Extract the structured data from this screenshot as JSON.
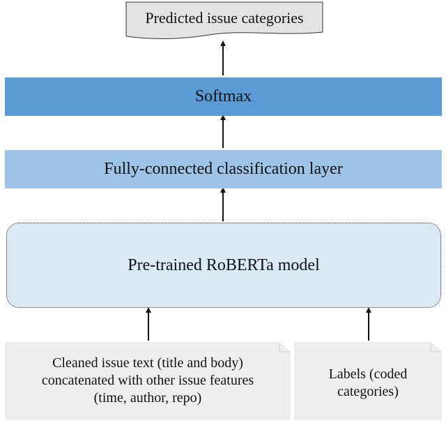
{
  "diagram": {
    "output": {
      "label": "Predicted issue categories"
    },
    "layers": {
      "softmax": "Softmax",
      "fully_connected": "Fully-connected classification layer",
      "model": "Pre-trained RoBERTa model"
    },
    "inputs": {
      "issue_text": {
        "lines": [
          "Cleaned issue text (title and body)",
          "concatenated with other issue features",
          "(time, author, repo)"
        ]
      },
      "labels": {
        "lines": [
          "Labels (coded",
          "categories)"
        ]
      }
    },
    "colors": {
      "softmax_fill": "#5b9bd5",
      "fully_connected_fill": "#9dc3e6",
      "model_fill": "#dbe8f6",
      "output_fill": "#e3e3e3",
      "input_fill": "#efefef"
    }
  }
}
